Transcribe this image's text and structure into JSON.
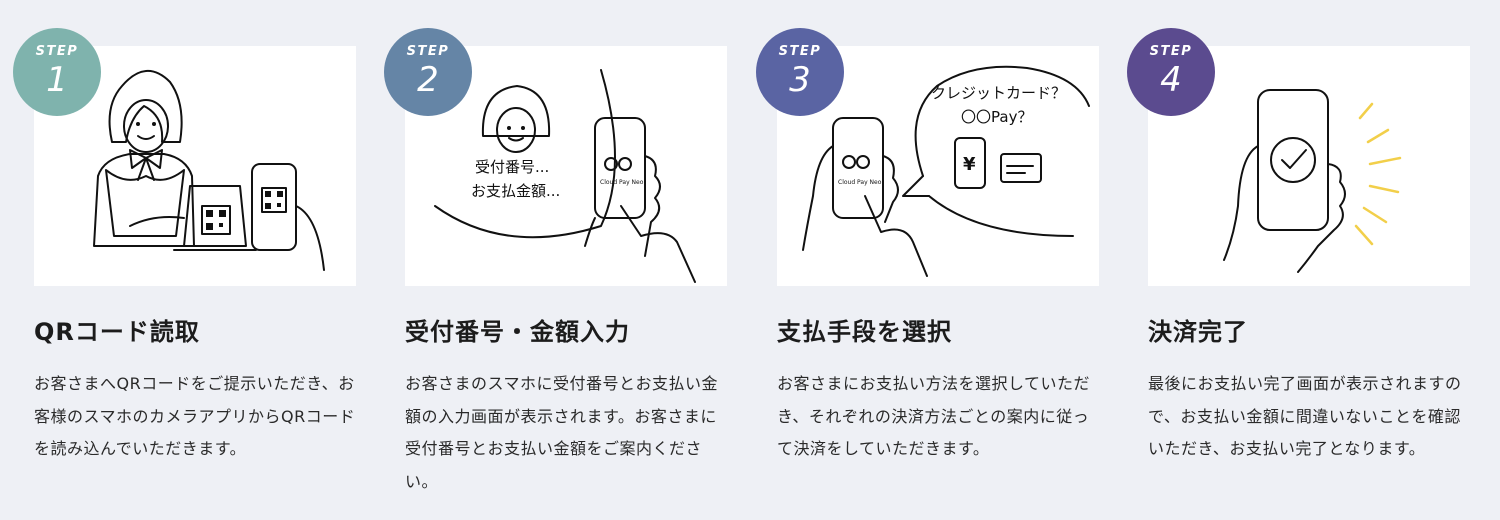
{
  "colors": {
    "background": "#eef0f5",
    "step1": "#7fb3ad",
    "step2": "#6585a6",
    "step3": "#5a64a3",
    "step4": "#5b4b8f",
    "illustration_yellow": "#f8dc8b"
  },
  "steps": [
    {
      "label": "STEP",
      "number": "1",
      "title": "QRコード読取",
      "description": "お客さまへQRコードをご提示いただき、お客様のスマホのカメラアプリからQRコードを読み込んでいただきます。",
      "illustration": "clerk-showing-qr-code"
    },
    {
      "label": "STEP",
      "number": "2",
      "title": "受付番号・金額入力",
      "description": "お客さまのスマホに受付番号とお支払い金額の入力画面が表示されます。お客さまに受付番号とお支払い金額をご案内ください。",
      "illustration": "phone-entry-screen",
      "bubble_line1": "受付番号...",
      "bubble_line2": "お支払金額...",
      "phone_brand": "Cloud Pay Neo"
    },
    {
      "label": "STEP",
      "number": "3",
      "title": "支払手段を選択",
      "description": "お客さまにお支払い方法を選択していただき、それぞれの決済方法ごとの案内に従って決済をしていただきます。",
      "illustration": "select-payment-method",
      "bubble_line1": "クレジットカード？",
      "bubble_line2": "〇〇Pay？",
      "phone_brand": "Cloud Pay Neo",
      "yen": "¥"
    },
    {
      "label": "STEP",
      "number": "4",
      "title": "決済完了",
      "description": "最後にお支払い完了画面が表示されますので、お支払い金額に間違いないことを確認いただき、お支払い完了となります。",
      "illustration": "payment-complete-check"
    }
  ]
}
